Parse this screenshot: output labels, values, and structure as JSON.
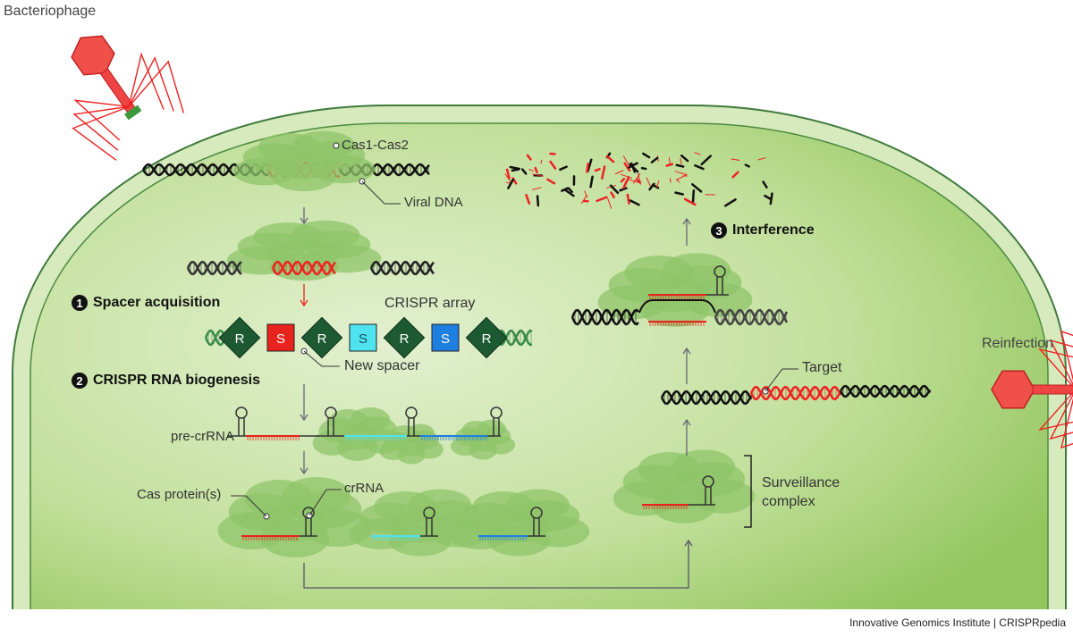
{
  "labels": {
    "bacteriophage": "Bacteriophage",
    "cas1_cas2": "Cas1-Cas2",
    "viral_dna": "Viral DNA",
    "crispr_array": "CRISPR array",
    "new_spacer": "New spacer",
    "pre_crrna": "pre-crRNA",
    "cas_proteins": "Cas protein(s)",
    "crrna": "crRNA",
    "target": "Target",
    "reinfection": "Reinfection",
    "surveillance_line1": "Surveillance",
    "surveillance_line2": "complex"
  },
  "steps": [
    {
      "number": "1",
      "title": "Spacer acquisition"
    },
    {
      "number": "2",
      "title": "CRISPR RNA biogenesis"
    },
    {
      "number": "3",
      "title": "Interference"
    }
  ],
  "array": [
    "R",
    "S",
    "R",
    "S",
    "R",
    "S",
    "R"
  ],
  "footer": "Innovative Genomics Institute | CRISPRpedia",
  "colors": {
    "membrane": "#d3e8b8",
    "cytoplasm": "#a9d47a",
    "repeat": "#1d5a32",
    "spacer_new": "#e8231d",
    "spacer_cyan": "#4fe3ef",
    "spacer_blue": "#1e7fe0",
    "phage": "#f0504a",
    "protein": "#8fc46a"
  }
}
